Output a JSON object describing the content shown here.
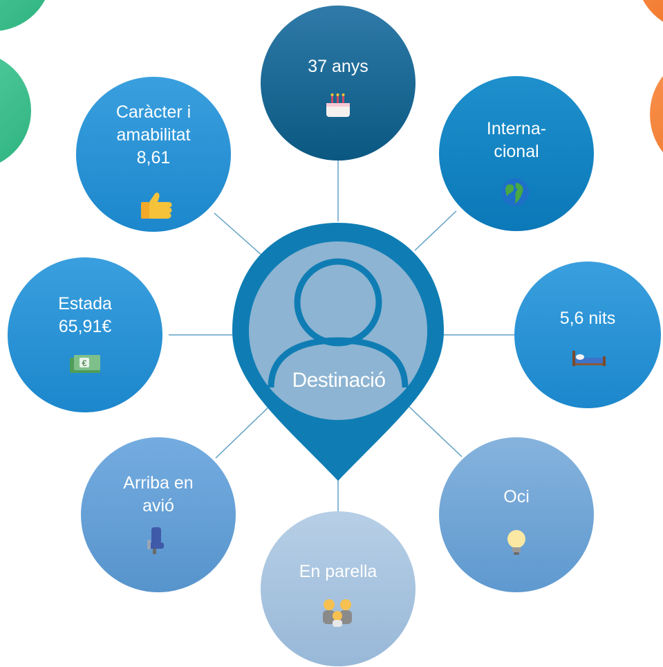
{
  "center": {
    "label": "Destinació"
  },
  "nodes": {
    "age": {
      "lines": [
        "37 anys"
      ],
      "icon": "birthday-cake-icon"
    },
    "international": {
      "lines": [
        "Interna-",
        "cional"
      ],
      "icon": "globe-icon"
    },
    "nights": {
      "lines": [
        "5,6 nits"
      ],
      "icon": "bed-icon"
    },
    "leisure": {
      "lines": [
        "Oci"
      ],
      "icon": "light-bulb-icon"
    },
    "couple": {
      "lines": [
        "En parella"
      ],
      "icon": "couple-icon"
    },
    "plane": {
      "lines": [
        "Arriba en",
        "avió"
      ],
      "icon": "airplane-seat-icon"
    },
    "stay": {
      "lines": [
        "Estada",
        "65,91€"
      ],
      "icon": "euro-banknote-icon"
    },
    "character": {
      "lines": [
        "Caràcter i",
        "amabilitat",
        "8,61"
      ],
      "icon": "thumbs-up-icon"
    }
  },
  "colors": {
    "line": "#5f9fc4",
    "pin": "#1a7fb0",
    "pin_inner": "#8fb6d4",
    "dark_blue": "#0f5f86",
    "mid_blue": "#1b8ccb",
    "light_blue": "#a8c6e2",
    "green_corner": "#3fc08e",
    "orange_corner": "#f07a2a"
  }
}
